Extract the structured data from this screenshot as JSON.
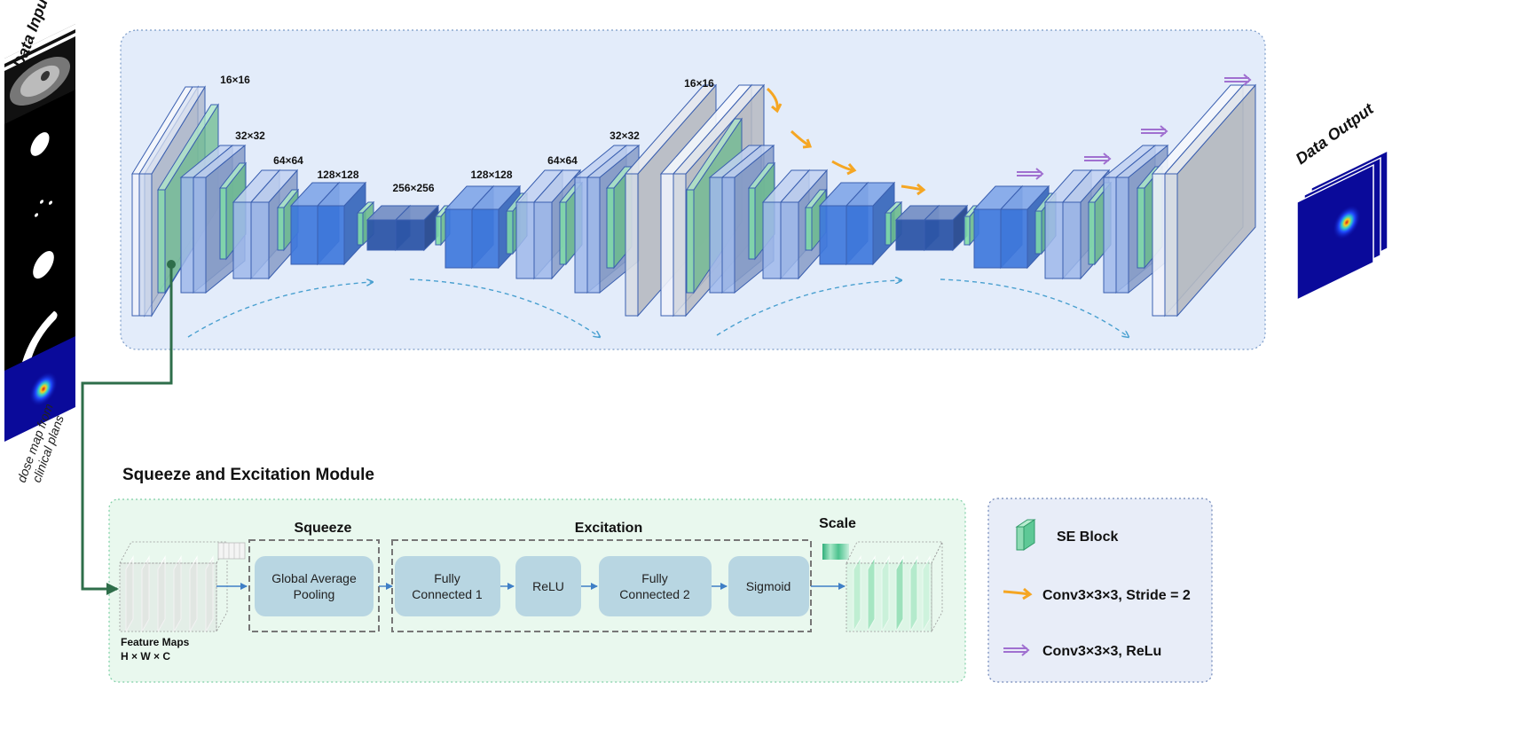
{
  "input": {
    "title": "Data Input",
    "caption_line1": "dose map from",
    "caption_line2": "clinical plans"
  },
  "output": {
    "title": "Data Output"
  },
  "unet": {
    "encoder_labels": [
      "16×16",
      "32×32",
      "64×64",
      "128×128",
      "256×256"
    ],
    "decoder_labels": [
      "128×128",
      "64×64",
      "32×32"
    ],
    "second_stage_label": "16×16"
  },
  "se": {
    "title": "Squeeze and Excitation Module",
    "squeeze_title": "Squeeze",
    "excitation_title": "Excitation",
    "scale_title": "Scale",
    "feature_label": "Feature Maps",
    "feature_dims": "H × W × C",
    "gap_line1": "Global Average",
    "gap_line2": "Pooling",
    "fc1_line1": "Fully",
    "fc1_line2": "Connected 1",
    "relu": "ReLU",
    "fc2_line1": "Fully",
    "fc2_line2": "Connected 2",
    "sigmoid": "Sigmoid"
  },
  "legend": {
    "se_block": "SE Block",
    "stride_conv": "Conv3×3×3,  Stride = 2",
    "relu_conv": "Conv3×3×3,  ReLu"
  },
  "colors": {
    "unet_bg": "#e3ecfa",
    "se_bg": "#e9f8ee",
    "legend_bg": "#e8edf8",
    "light_block": "#9fb8ea",
    "mid_block": "#3f78dc",
    "dark_block": "#2d56a8",
    "se_green": "#7fdca6",
    "orange_arrow": "#f5a623",
    "purple_arrow": "#a070d0",
    "skip_arrow": "#4aa0d0",
    "link_green": "#2e6e4a"
  }
}
